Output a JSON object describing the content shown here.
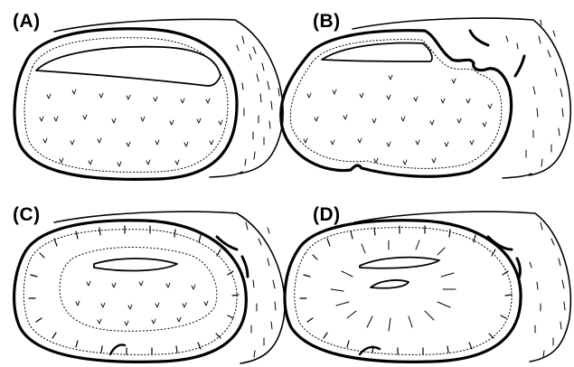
{
  "panels": [
    {
      "id": "A",
      "label": "(A)"
    },
    {
      "id": "B",
      "label": "(B)"
    },
    {
      "id": "C",
      "label": "(C)"
    },
    {
      "id": "D",
      "label": "(D)"
    }
  ]
}
